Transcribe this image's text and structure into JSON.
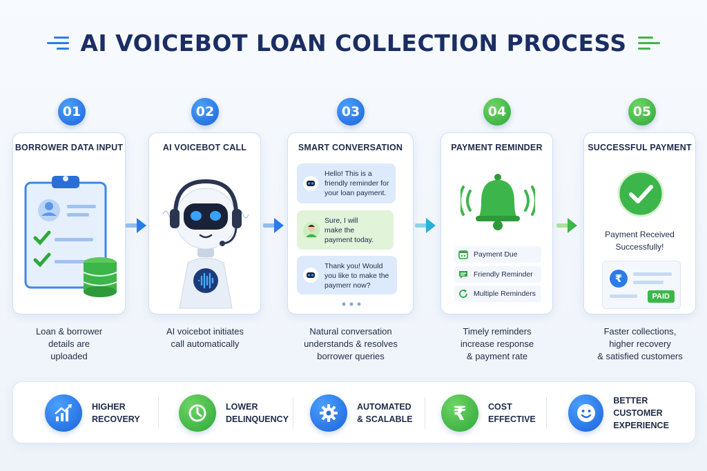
{
  "title": "AI VOICEBOT LOAN COLLECTION PROCESS",
  "colors": {
    "blue": "#1c63d9",
    "green": "#2ea83a",
    "navy": "#1b2e63"
  },
  "steps": [
    {
      "number": "01",
      "title": "BORROWER DATA INPUT",
      "caption_lines": [
        "Loan & borrower",
        "details are",
        "uploaded"
      ],
      "icon": "clipboard-database-icon"
    },
    {
      "number": "02",
      "title": "AI VOICEBOT CALL",
      "caption_lines": [
        "AI voicebot initiates",
        "call automatically"
      ],
      "icon": "robot-headset-icon"
    },
    {
      "number": "03",
      "title": "SMART CONVERSATION",
      "caption_lines": [
        "Natural conversation",
        "understands & resolves",
        "borrower queries"
      ],
      "icon": "chat-icon"
    },
    {
      "number": "04",
      "title": "PAYMENT REMINDER",
      "caption_lines": [
        "Timely reminders",
        "increase response",
        "& payment rate"
      ],
      "icon": "bell-icon"
    },
    {
      "number": "05",
      "title": "SUCCESSFUL PAYMENT",
      "caption_lines": [
        "Faster collections,",
        "higher recovery",
        "& satisfied customers"
      ],
      "icon": "check-circle-icon"
    }
  ],
  "conversation": [
    {
      "speaker": "bot",
      "lines": [
        "Hello! This is a",
        "friendly reminder for",
        "your loan payment."
      ]
    },
    {
      "speaker": "user",
      "lines": [
        "Sure, I will",
        "make the",
        "payment today."
      ]
    },
    {
      "speaker": "bot",
      "lines": [
        "Thank you! Would",
        "you like to make the",
        "paymerr now?"
      ]
    }
  ],
  "reminders": [
    {
      "label": "Payment Due",
      "icon": "calendar-icon"
    },
    {
      "label": "Friendly Reminder",
      "icon": "message-icon"
    },
    {
      "label": "Multiple Reminders",
      "icon": "refresh-icon"
    }
  ],
  "payment": {
    "message_lines": [
      "Payment Received",
      "Successfully!"
    ],
    "currency_symbol": "₹",
    "status_badge": "PAID"
  },
  "benefits": [
    {
      "label": "HIGHER\nRECOVERY",
      "icon": "growth-chart-icon",
      "color": "blue"
    },
    {
      "label": "LOWER\nDELINQUENCY",
      "icon": "clock-icon",
      "color": "green"
    },
    {
      "label": "AUTOMATED\n& SCALABLE",
      "icon": "gear-icon",
      "color": "blue"
    },
    {
      "label": "COST\nEFFECTIVE",
      "icon": "rupee-icon",
      "color": "green"
    },
    {
      "label": "BETTER CUSTOMER\nEXPERIENCE",
      "icon": "smiley-icon",
      "color": "blue"
    }
  ]
}
